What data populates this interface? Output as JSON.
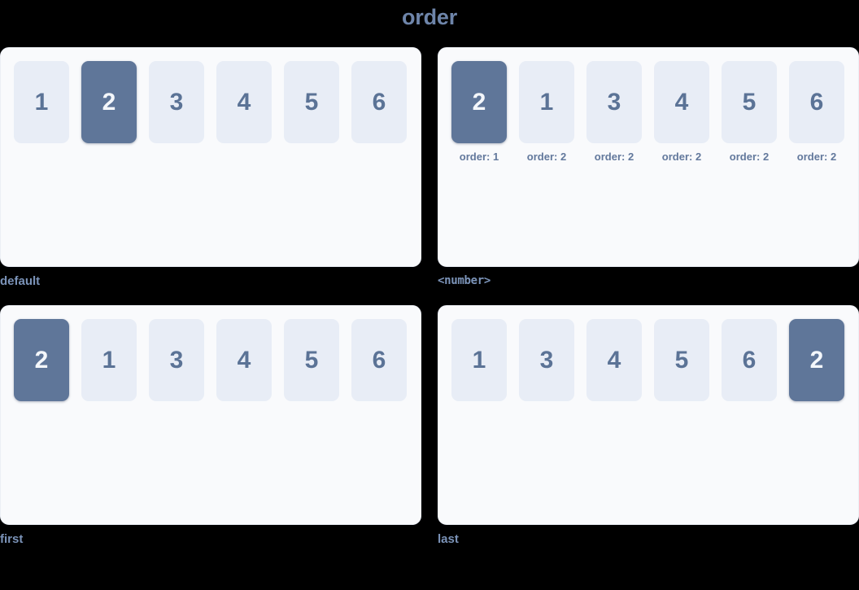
{
  "title": "order",
  "groups": [
    {
      "label": "default",
      "label_style": "text",
      "cards": [
        {
          "value": "1",
          "highlight": false,
          "note": ""
        },
        {
          "value": "2",
          "highlight": true,
          "note": ""
        },
        {
          "value": "3",
          "highlight": false,
          "note": ""
        },
        {
          "value": "4",
          "highlight": false,
          "note": ""
        },
        {
          "value": "5",
          "highlight": false,
          "note": ""
        },
        {
          "value": "6",
          "highlight": false,
          "note": ""
        }
      ]
    },
    {
      "label": "<number>",
      "label_style": "mono",
      "cards": [
        {
          "value": "2",
          "highlight": true,
          "note": "order: 1"
        },
        {
          "value": "1",
          "highlight": false,
          "note": "order: 2"
        },
        {
          "value": "3",
          "highlight": false,
          "note": "order: 2"
        },
        {
          "value": "4",
          "highlight": false,
          "note": "order: 2"
        },
        {
          "value": "5",
          "highlight": false,
          "note": "order: 2"
        },
        {
          "value": "6",
          "highlight": false,
          "note": "order: 2"
        }
      ]
    },
    {
      "label": "first",
      "label_style": "text",
      "cards": [
        {
          "value": "2",
          "highlight": true,
          "note": ""
        },
        {
          "value": "1",
          "highlight": false,
          "note": ""
        },
        {
          "value": "3",
          "highlight": false,
          "note": ""
        },
        {
          "value": "4",
          "highlight": false,
          "note": ""
        },
        {
          "value": "5",
          "highlight": false,
          "note": ""
        },
        {
          "value": "6",
          "highlight": false,
          "note": ""
        }
      ]
    },
    {
      "label": "last",
      "label_style": "text",
      "cards": [
        {
          "value": "1",
          "highlight": false,
          "note": ""
        },
        {
          "value": "3",
          "highlight": false,
          "note": ""
        },
        {
          "value": "4",
          "highlight": false,
          "note": ""
        },
        {
          "value": "5",
          "highlight": false,
          "note": ""
        },
        {
          "value": "6",
          "highlight": false,
          "note": ""
        },
        {
          "value": "2",
          "highlight": true,
          "note": ""
        }
      ]
    }
  ],
  "colors": {
    "background": "#000000",
    "panel": "#f9fafc",
    "card": "#e8edf6",
    "card_text": "#5b7396",
    "card_highlight": "#5f7699",
    "card_highlight_text": "#f4f7fb",
    "title": "#6e85aa",
    "label": "#7b93b8",
    "note": "#62789c"
  }
}
